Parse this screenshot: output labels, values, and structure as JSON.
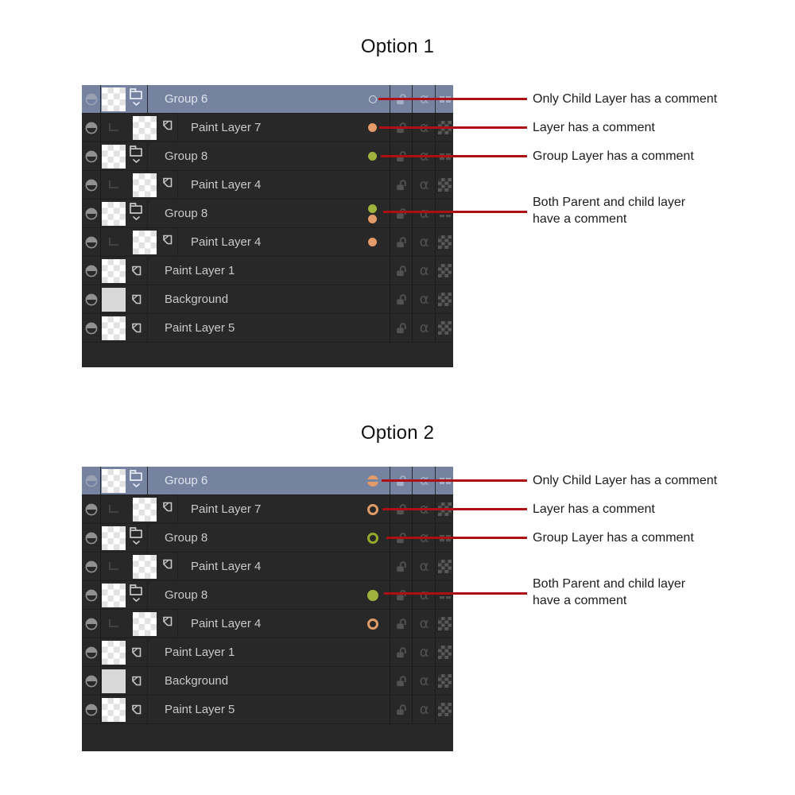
{
  "glyphs": {
    "alpha": "α"
  },
  "colors": {
    "panel_bg": "#282828",
    "selected_row": "#7583A1",
    "comment_orange": "#E39B69",
    "comment_green": "#9FB33C",
    "annotation_red": "#AB1014"
  },
  "option1": {
    "title": "Option 1",
    "layers": [
      {
        "name": "Group 6",
        "type": "group",
        "selected": true,
        "indicator": "child-has-comment-outline-dot"
      },
      {
        "name": "Paint Layer 7",
        "type": "paint-child",
        "indicator": "comment-dot-orange"
      },
      {
        "name": "Group 8",
        "type": "group",
        "indicator": "comment-dot-green"
      },
      {
        "name": "Paint Layer 4",
        "type": "paint-child",
        "indicator": "none"
      },
      {
        "name": "Group 8",
        "type": "group",
        "indicator": "comment-dot-green-plus-child-dot-orange"
      },
      {
        "name": "Paint Layer 4",
        "type": "paint-child",
        "indicator": "comment-dot-orange"
      },
      {
        "name": "Paint Layer 1",
        "type": "paint",
        "indicator": "none"
      },
      {
        "name": "Background",
        "type": "paint-solid",
        "indicator": "none"
      },
      {
        "name": "Paint Layer 5",
        "type": "paint",
        "indicator": "none"
      }
    ],
    "annotations": [
      {
        "text": "Only Child Layer has a comment"
      },
      {
        "text": "Layer has a comment"
      },
      {
        "text": "Group Layer has a comment"
      },
      {
        "text_line1": "Both Parent and child layer",
        "text_line2": "have a comment"
      }
    ]
  },
  "option2": {
    "title": "Option 2",
    "layers": [
      {
        "name": "Group 6",
        "type": "group",
        "selected": true,
        "indicator": "child-has-comment-slotted-circle-orange"
      },
      {
        "name": "Paint Layer 7",
        "type": "paint-child",
        "indicator": "comment-ring-orange"
      },
      {
        "name": "Group 8",
        "type": "group",
        "indicator": "comment-ring-green"
      },
      {
        "name": "Paint Layer 4",
        "type": "paint-child",
        "indicator": "none"
      },
      {
        "name": "Group 8",
        "type": "group",
        "indicator": "comment-filled-green"
      },
      {
        "name": "Paint Layer 4",
        "type": "paint-child",
        "indicator": "comment-ring-orange"
      },
      {
        "name": "Paint Layer 1",
        "type": "paint",
        "indicator": "none"
      },
      {
        "name": "Background",
        "type": "paint-solid",
        "indicator": "none"
      },
      {
        "name": "Paint Layer 5",
        "type": "paint",
        "indicator": "none"
      }
    ],
    "annotations": [
      {
        "text": "Only Child Layer has a comment"
      },
      {
        "text": "Layer has a comment"
      },
      {
        "text": "Group Layer has a comment"
      },
      {
        "text_line1": "Both Parent and child layer",
        "text_line2": "have a comment"
      }
    ]
  }
}
